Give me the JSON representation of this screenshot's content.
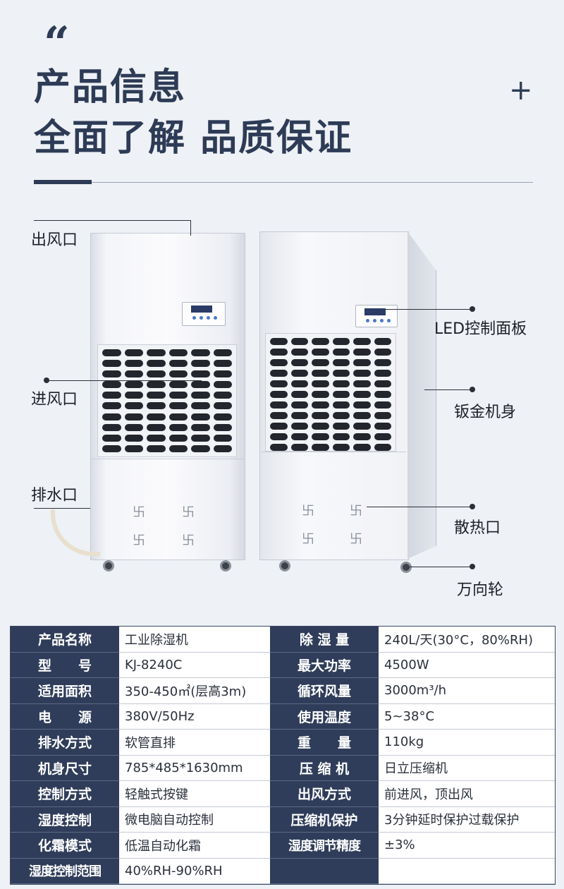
{
  "header": {
    "quote_mark": "“",
    "title_line1": "产品信息",
    "title_line2": "全面了解 品质保证",
    "plus": "+"
  },
  "annotations": {
    "outlet": "出风口",
    "inlet": "进风口",
    "drain": "排水口",
    "led_panel": "LED控制面板",
    "sheet_metal": "钣金机身",
    "heat_vent": "散热口",
    "wheel": "万向轮"
  },
  "vent_glyph": "卐",
  "colors": {
    "navy": "#2f3d5a",
    "title": "#2d3b56",
    "background": "#eef1f5"
  },
  "spec_table": {
    "rows": [
      {
        "k1": "产品名称",
        "v1": "工业除湿机",
        "k2": "除 湿 量",
        "v2": "240L/天(30°C，80%RH)"
      },
      {
        "k1": "型　　号",
        "v1": "KJ-8240C",
        "k2": "最大功率",
        "v2": "4500W"
      },
      {
        "k1": "适用面积",
        "v1": "350-450㎡(层高3m)",
        "k2": "循环风量",
        "v2": "3000m³/h"
      },
      {
        "k1": "电　　源",
        "v1": "380V/50Hz",
        "k2": "使用温度",
        "v2": "5~38°C"
      },
      {
        "k1": "排水方式",
        "v1": "软管直排",
        "k2": "重　　量",
        "v2": "110kg"
      },
      {
        "k1": "机身尺寸",
        "v1": "785*485*1630mm",
        "k2": "压 缩 机",
        "v2": "日立压缩机"
      },
      {
        "k1": "控制方式",
        "v1": "轻触式按键",
        "k2": "出风方式",
        "v2": "前进风，顶出风"
      },
      {
        "k1": "湿度控制",
        "v1": "微电脑自动控制",
        "k2": "压缩机保护",
        "v2": "3分钟延时保护过载保护"
      },
      {
        "k1": "化霜模式",
        "v1": "低温自动化霜",
        "k2": "湿度调节精度",
        "v2": "±3%"
      },
      {
        "k1": "湿度控制范围",
        "v1": "40%RH-90%RH",
        "k2": "",
        "v2": ""
      }
    ]
  }
}
